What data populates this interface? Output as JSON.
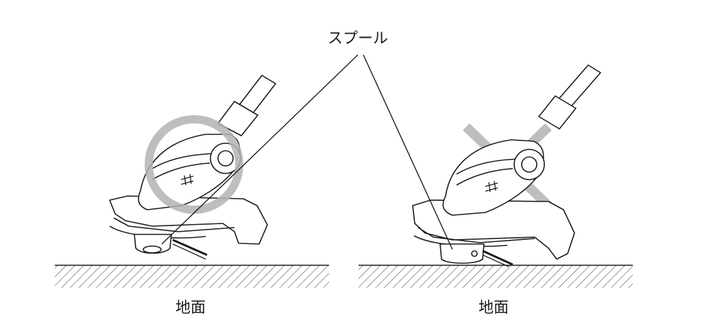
{
  "callout": {
    "label": "スプール"
  },
  "panels": [
    {
      "id": "correct",
      "mark": "circle",
      "ground_label": "地面"
    },
    {
      "id": "incorrect",
      "mark": "cross",
      "ground_label": "地面"
    }
  ],
  "colors": {
    "mark": "#b3b3b3",
    "line": "#1a1a1a",
    "fill": "#ffffff"
  }
}
